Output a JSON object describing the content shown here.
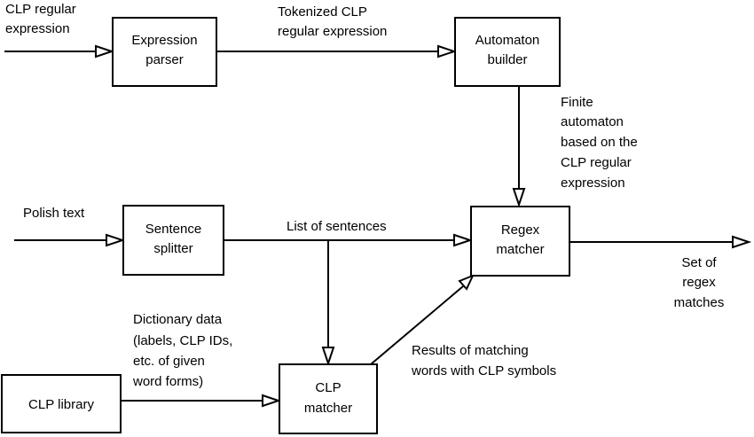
{
  "nodes": {
    "expression_parser": {
      "lines": [
        "Expression",
        "parser"
      ]
    },
    "automaton_builder": {
      "lines": [
        "Automaton",
        "builder"
      ]
    },
    "sentence_splitter": {
      "lines": [
        "Sentence",
        "splitter"
      ]
    },
    "regex_matcher": {
      "lines": [
        "Regex",
        "matcher"
      ]
    },
    "clp_library": {
      "lines": [
        "CLP library"
      ]
    },
    "clp_matcher": {
      "lines": [
        "CLP",
        "matcher"
      ]
    }
  },
  "labels": {
    "clp_regex_input": [
      "CLP regular",
      "expression"
    ],
    "tokenized": [
      "Tokenized CLP",
      "regular expression"
    ],
    "finite_automaton": [
      "Finite",
      "automaton",
      "based on the",
      "CLP regular",
      "expression"
    ],
    "polish_text": [
      "Polish text"
    ],
    "list_of_sentences": [
      "List of sentences"
    ],
    "set_of_matches": [
      "Set of",
      "regex",
      "matches"
    ],
    "dictionary_data": [
      "Dictionary data",
      "(labels, CLP IDs,",
      "etc. of given",
      "word forms)"
    ],
    "results_matching": [
      "Results of matching",
      "words with CLP symbols"
    ]
  }
}
